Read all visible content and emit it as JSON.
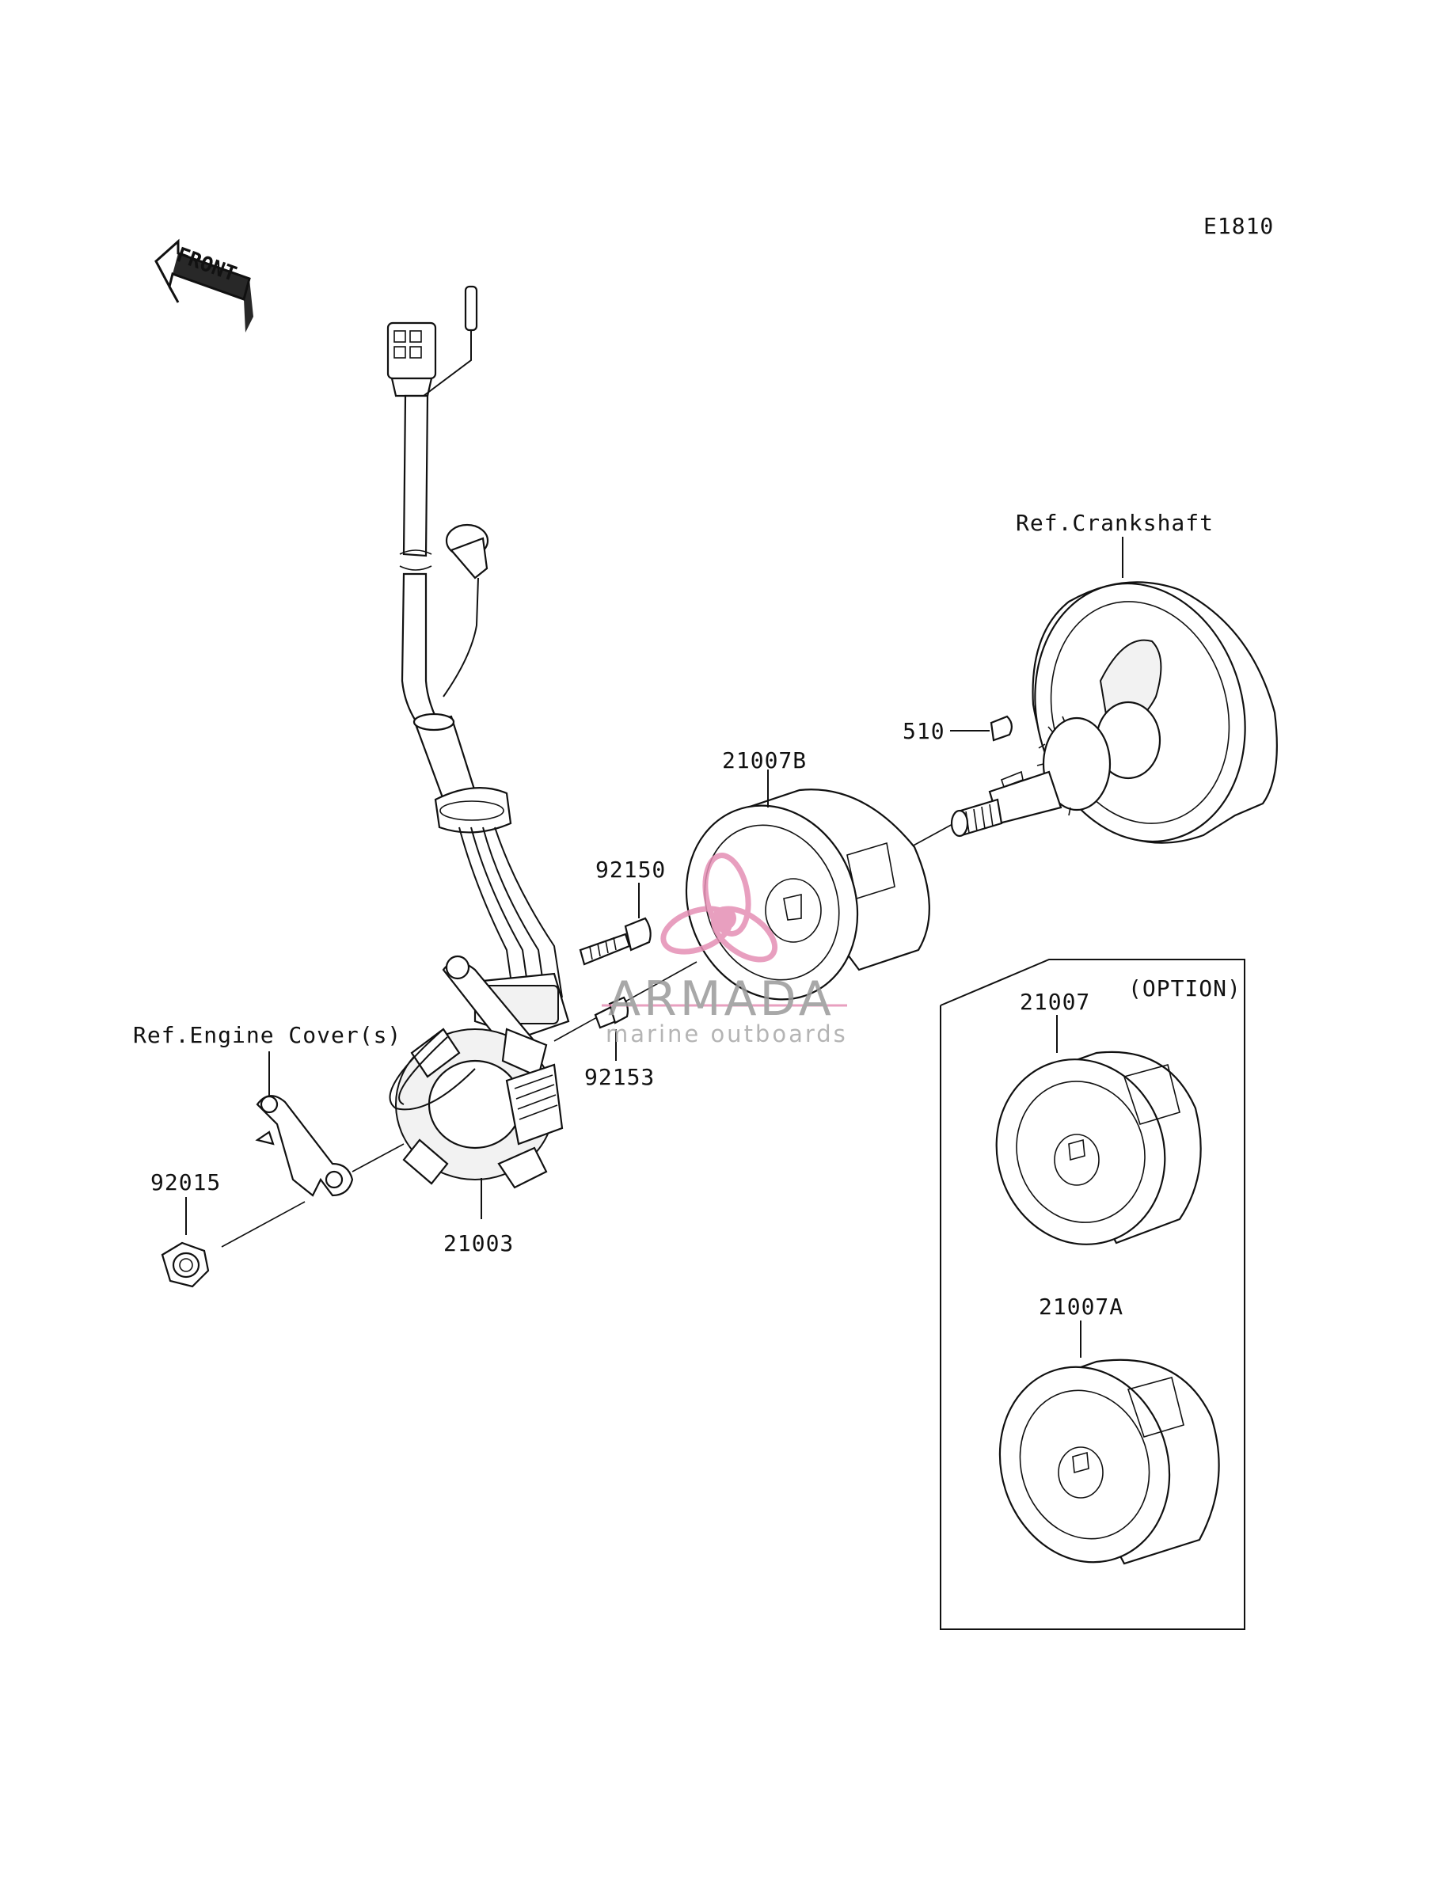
{
  "diagram": {
    "code": "E1810",
    "front_label": "FRONT",
    "option_label": "(OPTION)",
    "references": {
      "crankshaft": "Ref.Crankshaft",
      "engine_cover": "Ref.Engine Cover(s)"
    },
    "parts": {
      "stator": "21003",
      "rotor_b": "21007B",
      "rotor": "21007",
      "rotor_a": "21007A",
      "key": "510",
      "bolt": "92150",
      "bolt_small": "92153",
      "nut": "92015"
    }
  },
  "watermark": {
    "brand": "ARMADA",
    "tagline": "marine outboards",
    "accent_color": "#e58fb4"
  }
}
